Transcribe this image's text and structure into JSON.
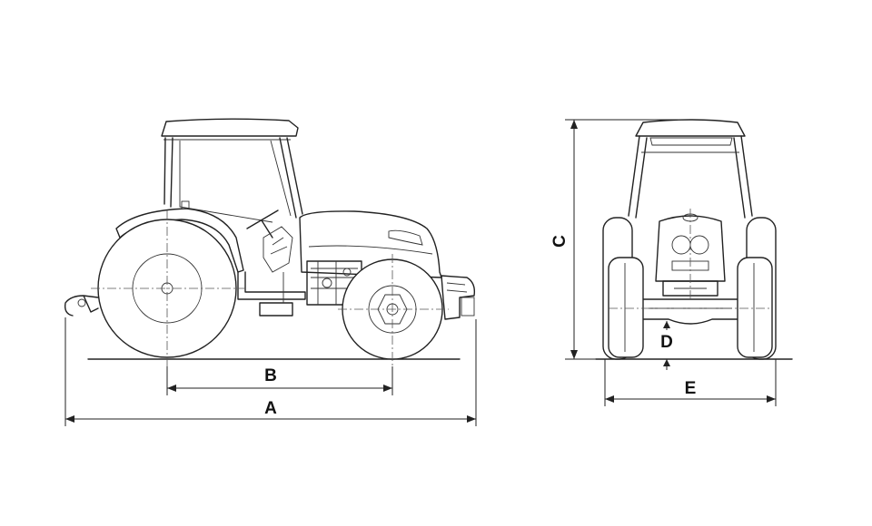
{
  "dimension_labels": {
    "overall_length": "A",
    "wheelbase": "B",
    "overall_height": "C",
    "ground_clearance": "D",
    "overall_width": "E"
  }
}
